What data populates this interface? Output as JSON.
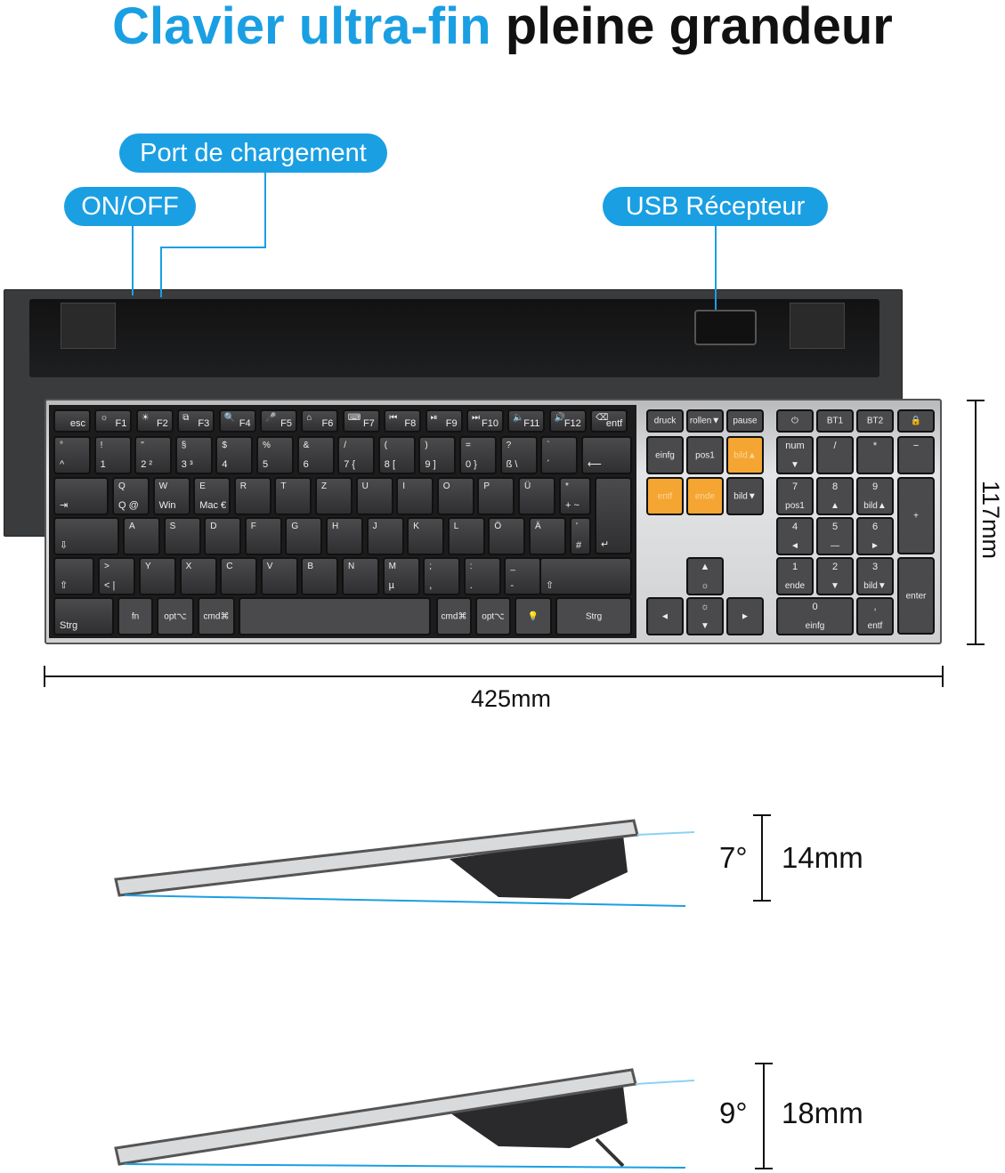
{
  "title": {
    "part1": "Clavier ultra-fin",
    "part2": "pleine grandeur"
  },
  "callouts": {
    "port": "Port de chargement",
    "onoff": "ON/OFF",
    "usb": "USB Récepteur"
  },
  "dimensions": {
    "width": "425mm",
    "depth": "117mm"
  },
  "angles": [
    {
      "angle": "7°",
      "height": "14mm"
    },
    {
      "angle": "9°",
      "height": "18mm"
    }
  ],
  "colors": {
    "accent": "#1a9fe3",
    "orange_keys": "#f5a532"
  },
  "keyboard": {
    "keys": [
      [
        "esc",
        ""
      ],
      [
        "F1",
        "☼"
      ],
      [
        "F2",
        "☀"
      ],
      [
        "F3",
        "⧉"
      ],
      [
        "F4",
        "🔍"
      ],
      [
        "F5",
        "🎤"
      ],
      [
        "F6",
        "⌂"
      ],
      [
        "F7",
        "⌨"
      ],
      [
        "F8",
        "⏮"
      ],
      [
        "F9",
        "⏯"
      ],
      [
        "F10",
        "⏭"
      ],
      [
        "F11",
        "🔈"
      ],
      [
        "F12",
        "🔊"
      ],
      [
        "entf",
        "⌫"
      ],
      [
        "^",
        "°"
      ],
      [
        "1",
        "!"
      ],
      [
        "2 ²",
        "\""
      ],
      [
        "3 ³",
        "§"
      ],
      [
        "4",
        "$"
      ],
      [
        "5",
        "%"
      ],
      [
        "6",
        "&"
      ],
      [
        "7 {",
        "/"
      ],
      [
        "8 [",
        "("
      ],
      [
        "9 ]",
        ")"
      ],
      [
        "0 }",
        "="
      ],
      [
        "ß \\",
        "?"
      ],
      [
        "´",
        "`"
      ],
      [
        "⟵",
        ""
      ],
      [
        "⇥",
        ""
      ],
      [
        "Q @",
        "Q"
      ],
      [
        "Win",
        "W"
      ],
      [
        "Mac €",
        "E"
      ],
      [
        "",
        "R"
      ],
      [
        "",
        "T"
      ],
      [
        "",
        "Z"
      ],
      [
        "",
        "U"
      ],
      [
        "",
        "I"
      ],
      [
        "",
        "O"
      ],
      [
        "",
        "P"
      ],
      [
        "",
        "Ü"
      ],
      [
        "+ ~",
        "*"
      ],
      [
        "↵",
        ""
      ],
      [
        "⇩",
        ""
      ],
      [
        "",
        "A"
      ],
      [
        "",
        "S"
      ],
      [
        "",
        "D"
      ],
      [
        "",
        "F"
      ],
      [
        "",
        "G"
      ],
      [
        "",
        "H"
      ],
      [
        "",
        "J"
      ],
      [
        "",
        "K"
      ],
      [
        "",
        "L"
      ],
      [
        "",
        "Ö"
      ],
      [
        "",
        "Ä"
      ],
      [
        "#",
        "'"
      ],
      [
        "⇧",
        ""
      ],
      [
        "< |",
        "> "
      ],
      [
        "",
        "Y"
      ],
      [
        "",
        "X"
      ],
      [
        "",
        "C"
      ],
      [
        "",
        "V"
      ],
      [
        "",
        "B"
      ],
      [
        "",
        "N"
      ],
      [
        "µ",
        "M"
      ],
      [
        ",",
        ";"
      ],
      [
        ".",
        ":"
      ],
      [
        "-",
        "_"
      ],
      [
        "⇧",
        ""
      ],
      [
        "Strg",
        ""
      ],
      [
        "fn",
        ""
      ],
      [
        "opt⌥",
        ""
      ],
      [
        "cmd⌘",
        ""
      ],
      [
        "",
        ""
      ],
      [
        "cmd⌘",
        ""
      ],
      [
        "opt⌥",
        ""
      ],
      [
        "💡",
        ""
      ],
      [
        "Strg",
        ""
      ],
      [
        "druck",
        ""
      ],
      [
        "rollen▼",
        ""
      ],
      [
        "pause",
        ""
      ],
      [
        "einfg",
        ""
      ],
      [
        "pos1",
        ""
      ],
      [
        "bild▲",
        ""
      ],
      [
        "entf",
        ""
      ],
      [
        "ende",
        ""
      ],
      [
        "bild▼",
        ""
      ],
      [
        "☼",
        "▲"
      ],
      [
        "◄",
        ""
      ],
      [
        "▼",
        "☼"
      ],
      [
        "►",
        ""
      ],
      [
        "⏻",
        ""
      ],
      [
        "BT1",
        ""
      ],
      [
        "BT2",
        ""
      ],
      [
        "🔒",
        ""
      ],
      [
        "▼",
        "num"
      ],
      [
        "",
        "/"
      ],
      [
        "",
        "*"
      ],
      [
        "",
        "−"
      ],
      [
        "pos1",
        "7"
      ],
      [
        "▲",
        "8"
      ],
      [
        "bild▲",
        "9"
      ],
      [
        "+",
        ""
      ],
      [
        "◄",
        "4"
      ],
      [
        "—",
        "5"
      ],
      [
        "►",
        "6"
      ],
      [
        "ende",
        "1"
      ],
      [
        "▼",
        "2"
      ],
      [
        "bild▼",
        "3"
      ],
      [
        "enter",
        ""
      ],
      [
        "einfg",
        "0"
      ],
      [
        "entf",
        ","
      ]
    ]
  }
}
